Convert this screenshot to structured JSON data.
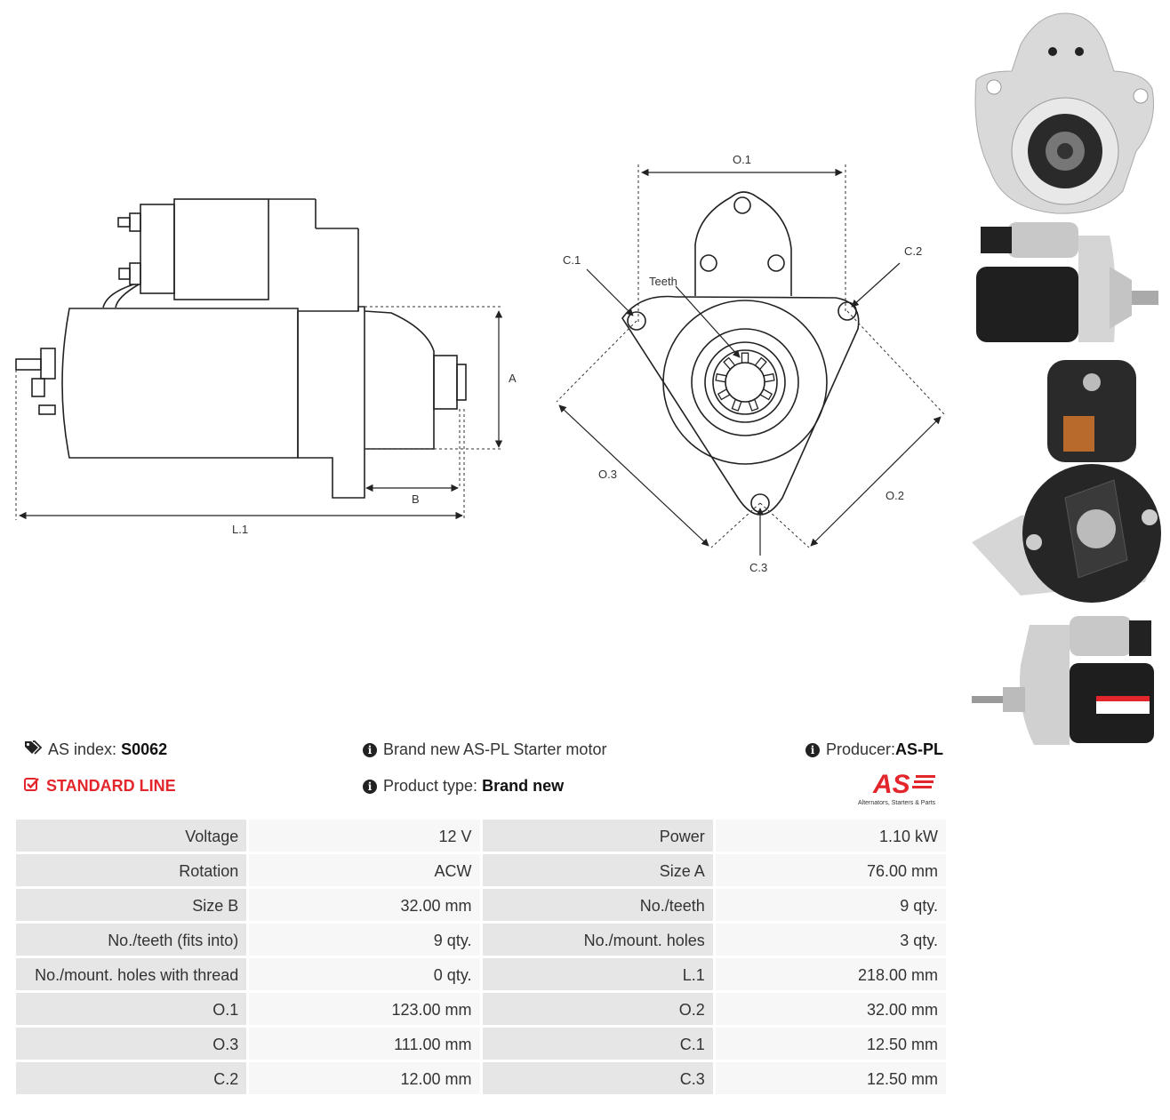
{
  "diagram": {
    "side_labels": {
      "a": "A",
      "b": "B",
      "l1": "L.1"
    },
    "front_labels": {
      "o1": "O.1",
      "o2": "O.2",
      "o3": "O.3",
      "c1": "C.1",
      "c2": "C.2",
      "c3": "C.3",
      "teeth": "Teeth"
    }
  },
  "info": {
    "as_index_label": "AS index:",
    "as_index_value": "S0062",
    "line": "STANDARD LINE",
    "brand_text": "Brand new AS-PL Starter motor",
    "product_type_label": "Product type:",
    "product_type_value": "Brand new",
    "producer_label": "Producer:",
    "producer_value": "AS-PL"
  },
  "logo": {
    "mark": "AS",
    "tagline": "Alternators, Starters & Parts"
  },
  "colors": {
    "brand_red": "#e3262b",
    "label_cell": "#e6e6e6",
    "value_cell": "#f7f7f7"
  },
  "specs": [
    [
      "Voltage",
      "12 V",
      "Power",
      "1.10 kW"
    ],
    [
      "Rotation",
      "ACW",
      "Size A",
      "76.00 mm"
    ],
    [
      "Size B",
      "32.00 mm",
      "No./teeth",
      "9 qty."
    ],
    [
      "No./teeth (fits into)",
      "9 qty.",
      "No./mount. holes",
      "3 qty."
    ],
    [
      "No./mount. holes with thread",
      "0 qty.",
      "L.1",
      "218.00 mm"
    ],
    [
      "O.1",
      "123.00 mm",
      "O.2",
      "32.00 mm"
    ],
    [
      "O.3",
      "111.00 mm",
      "C.1",
      "12.50 mm"
    ],
    [
      "C.2",
      "12.00 mm",
      "C.3",
      "12.50 mm"
    ]
  ]
}
